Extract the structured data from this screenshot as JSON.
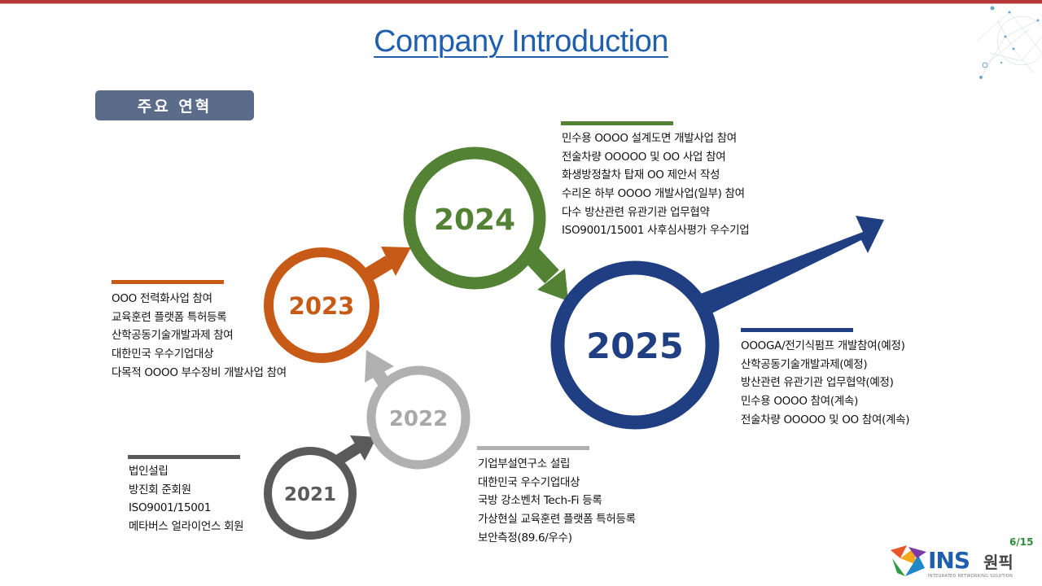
{
  "page": {
    "title": "Company Introduction",
    "section_badge": "주요 연혁",
    "page_number": "6/15"
  },
  "colors": {
    "year_2021": "#5a5a5a",
    "year_2022": "#b0b0b0",
    "year_2023": "#c85a17",
    "year_2024": "#548235",
    "year_2025": "#1f3f82"
  },
  "timeline": [
    {
      "year": "2021",
      "items": [
        "법인설립",
        "방진회 준회원",
        "ISO9001/15001",
        "메타버스 얼라이언스 회원"
      ]
    },
    {
      "year": "2022",
      "items": [
        "기업부설연구소 설립",
        "대한민국 우수기업대상",
        "국방 강소벤처 Tech-Fi 등록",
        "가상현실 교육훈련 플랫폼 특허등록",
        "보안측정(89.6/우수)"
      ]
    },
    {
      "year": "2023",
      "items": [
        "OOO 전력화사업 참여",
        "교육훈련 플랫폼 특허등록",
        "산학공동기술개발과제 참여",
        "대한민국 우수기업대상",
        "다목적 OOOO 부수장비 개발사업 참여"
      ]
    },
    {
      "year": "2024",
      "items": [
        "민수용 OOOO 설계도면 개발사업 참여",
        "전술차량 OOOOO 및 OO 사업 참여",
        "화생방정찰차 탑재 OO 제안서 작성",
        "수리온 하부 OOOO 개발사업(일부) 참여",
        "다수 방산관련 유관기관 업무협약",
        "ISO9001/15001 사후심사평가 우수기업"
      ]
    },
    {
      "year": "2025",
      "items": [
        "OOOGA/전기식펌프 개발참여(예정)",
        "산학공동기술개발과제(예정)",
        "방산관련 유관기관 업무협약(예정)",
        "민수용 OOOO 참여(계속)",
        "전술차량 OOOOO 및 OO 참여(계속)"
      ]
    }
  ],
  "logo": {
    "brand": "INS",
    "korean": "원픽",
    "tagline": "INTEGRATED NETWORKING SOLUTION"
  }
}
